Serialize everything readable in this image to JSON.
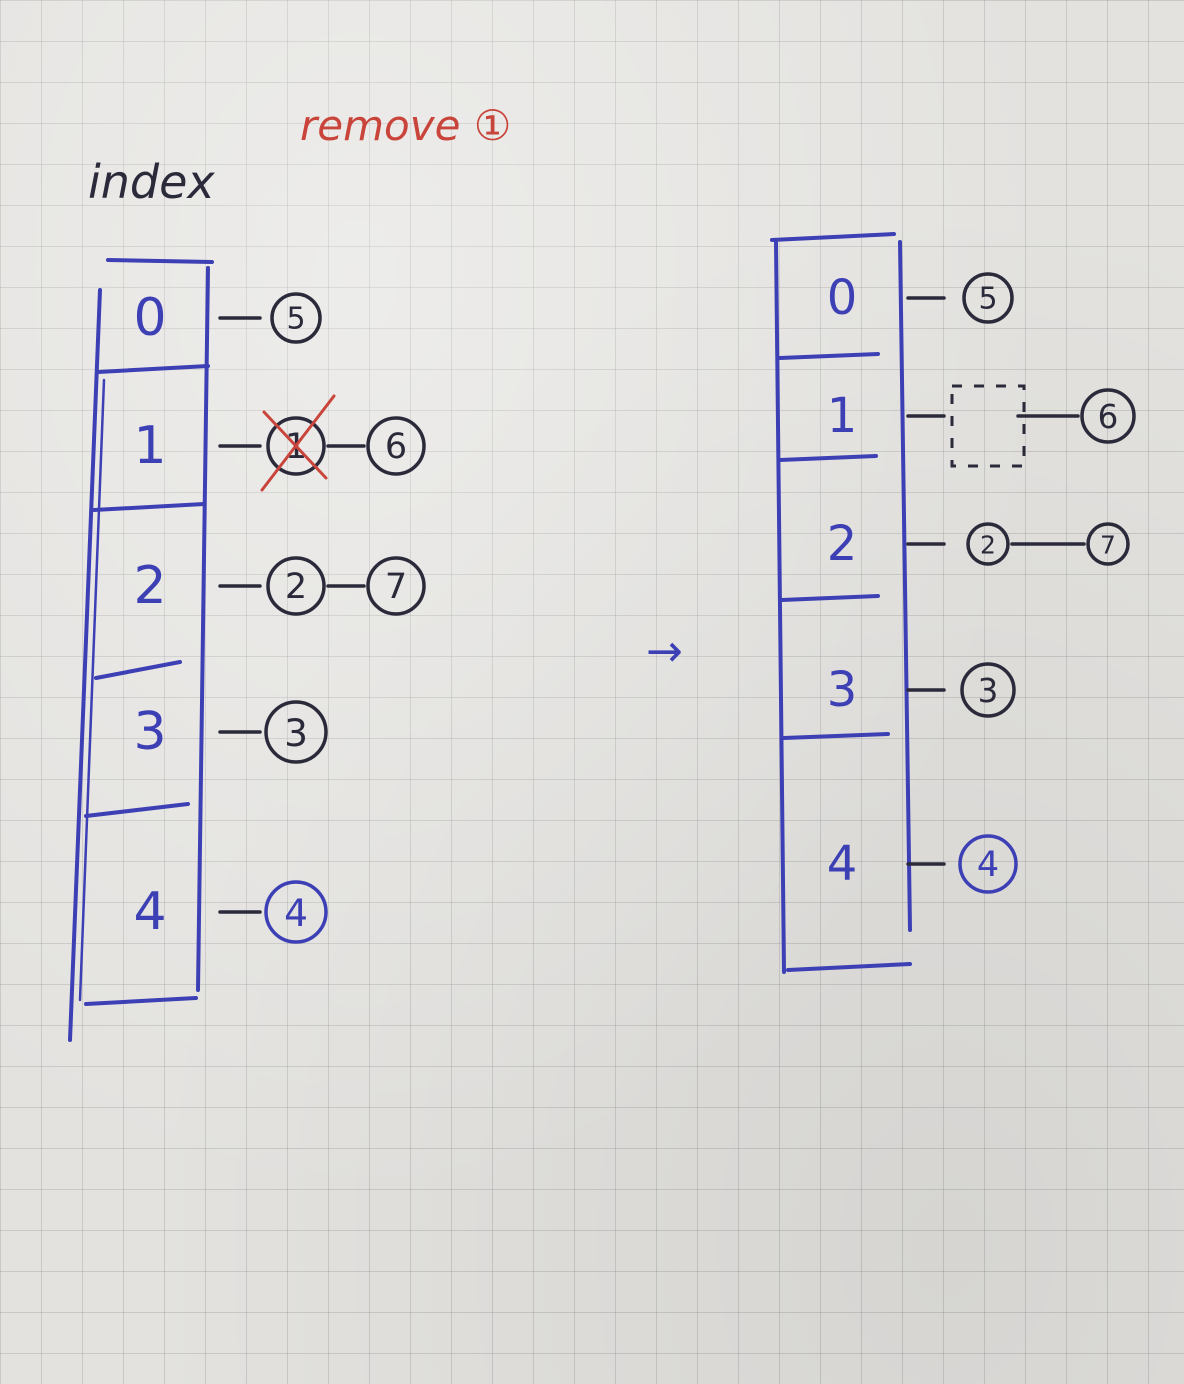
{
  "labels": {
    "index_heading": "index",
    "remove_note": "remove ①",
    "arrow": "→"
  },
  "colors": {
    "paper": "#e3e2df",
    "grid": "#9a9a9a",
    "blue_ink": "#3d3fb5",
    "dark_ink": "#2a2a3a",
    "red_ink": "#c9443a"
  },
  "before": {
    "indices": [
      "0",
      "1",
      "2",
      "3",
      "4"
    ],
    "chains": [
      [
        {
          "value": "5",
          "removed": false
        }
      ],
      [
        {
          "value": "1",
          "removed": true
        },
        {
          "value": "6",
          "removed": false
        }
      ],
      [
        {
          "value": "2",
          "removed": false
        },
        {
          "value": "7",
          "removed": false
        }
      ],
      [
        {
          "value": "3",
          "removed": false
        }
      ],
      [
        {
          "value": "4",
          "removed": false
        }
      ]
    ]
  },
  "after": {
    "indices": [
      "0",
      "1",
      "2",
      "3",
      "4"
    ],
    "chains": [
      [
        {
          "value": "5",
          "placeholder": false
        }
      ],
      [
        {
          "value": "",
          "placeholder": true
        },
        {
          "value": "6",
          "placeholder": false
        }
      ],
      [
        {
          "value": "2",
          "placeholder": false
        },
        {
          "value": "7",
          "placeholder": false
        }
      ],
      [
        {
          "value": "3",
          "placeholder": false
        }
      ],
      [
        {
          "value": "4",
          "placeholder": false
        }
      ]
    ]
  }
}
